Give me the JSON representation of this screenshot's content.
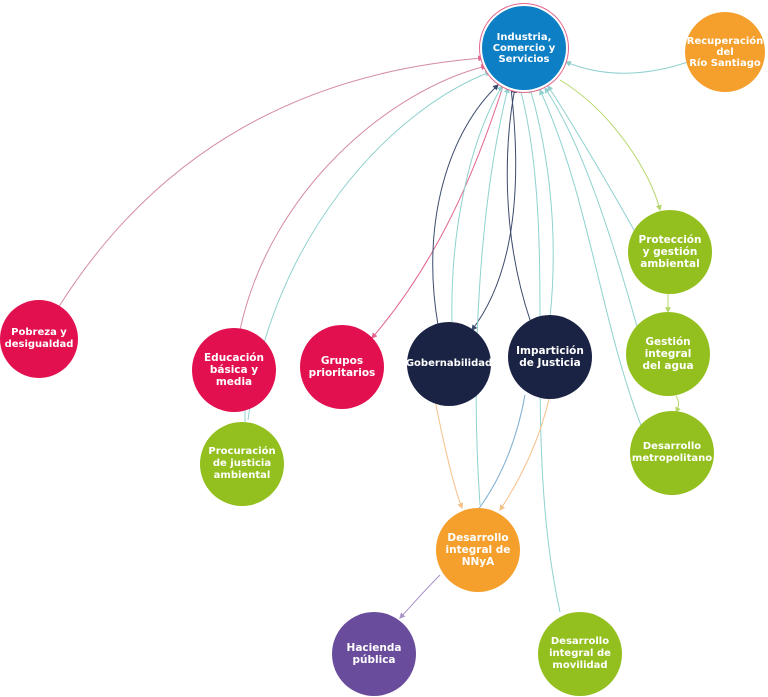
{
  "colors": {
    "blue": "#0d7fc5",
    "orange": "#f5a02c",
    "green": "#93c01f",
    "red": "#e2104f",
    "navy": "#1b2344",
    "purple": "#6a4c9c",
    "edge_teal": "#8fd1cf",
    "edge_navy": "#3c4c6e",
    "edge_red": "#e2668c",
    "edge_orange": "#f6c08a",
    "edge_blue": "#7fb0d4",
    "edge_green": "#b6d76b",
    "edge_purple": "#a991c9"
  },
  "nodes": {
    "industria": "Industria,\nComercio y\nServicios",
    "recuperacion": "Recuperación\ndel\nRío Santiago",
    "proteccion": "Protección\ny gestión\nambiental",
    "gestion_agua": "Gestión\nintegral\ndel agua",
    "desarrollo_metro": "Desarrollo\nmetropolitano",
    "pobreza": "Pobreza y\ndesigualdad",
    "educacion": "Educación\nbásica y\nmedia",
    "grupos": "Grupos\nprioritarios",
    "gobernabilidad": "Gobernabilidad",
    "imparticion": "Impartición\nde Justicia",
    "procuracion": "Procuración\nde justicia\nambiental",
    "nnya": "Desarrollo\nintegral de\nNNyA",
    "hacienda": "Hacienda\npública",
    "movilidad": "Desarrollo\nintegral de\nmovilidad"
  }
}
